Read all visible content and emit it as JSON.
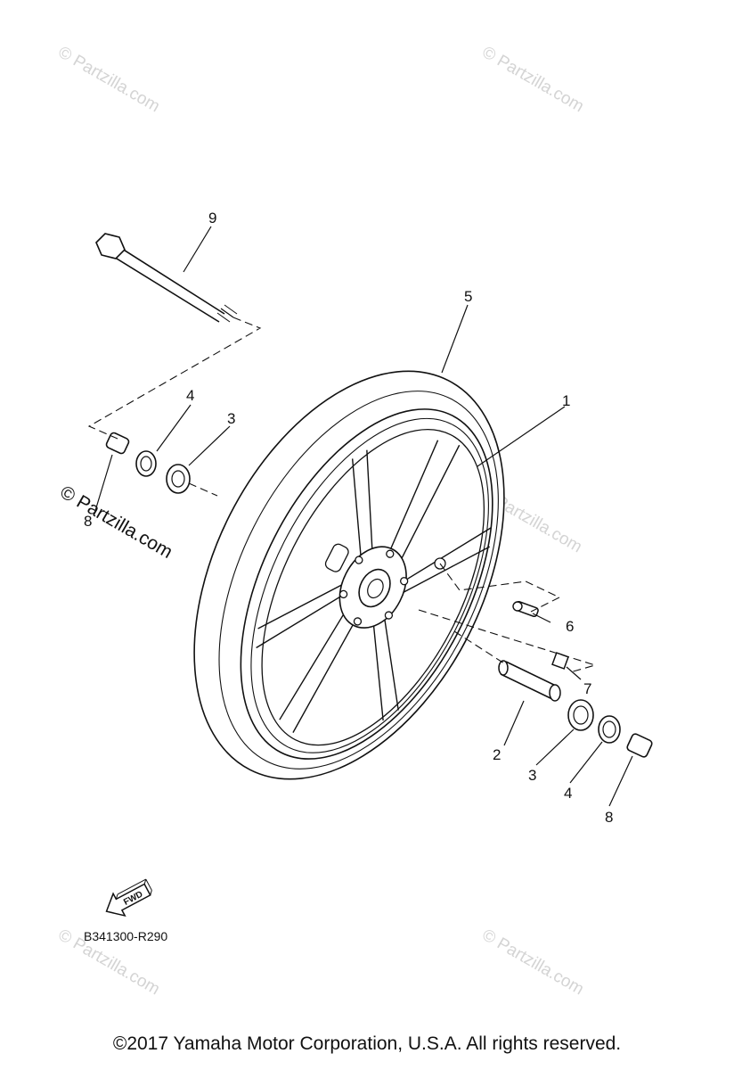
{
  "diagram": {
    "callouts": {
      "c1": "1",
      "c2": "2",
      "c3a": "3",
      "c3b": "3",
      "c4a": "4",
      "c4b": "4",
      "c5": "5",
      "c6": "6",
      "c7": "7",
      "c8a": "8",
      "c8b": "8",
      "c9": "9"
    },
    "fwd_label": "FWD",
    "diagram_code": "B341300-R290",
    "watermark_text": "© Partzilla.com"
  },
  "footer": {
    "copyright": "©2017 Yamaha Motor Corporation, U.S.A. All rights reserved."
  }
}
